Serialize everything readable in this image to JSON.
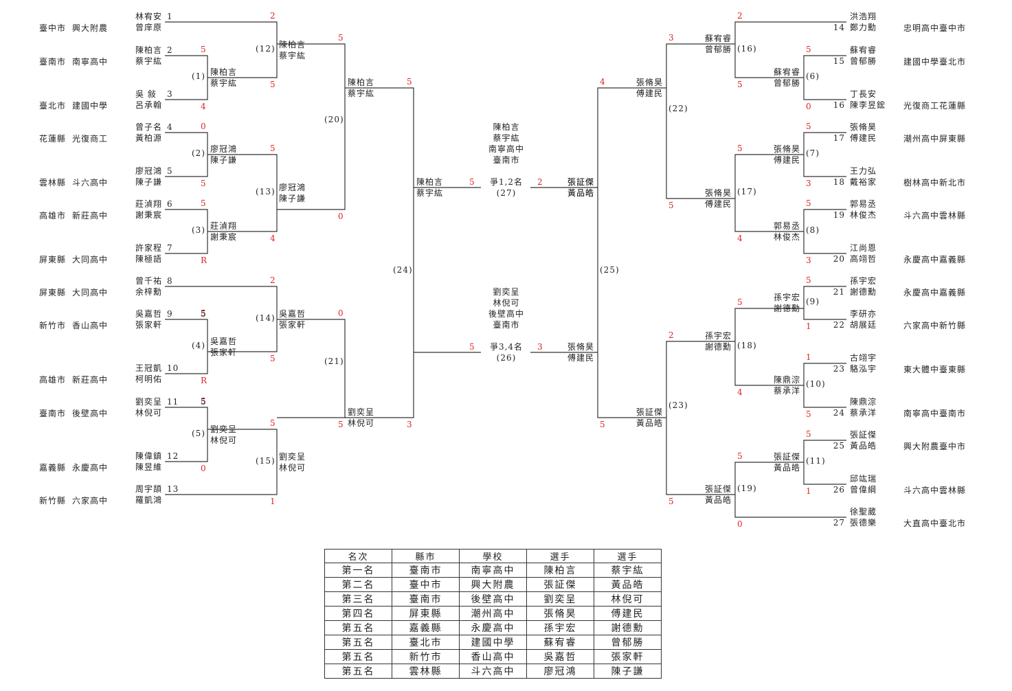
{
  "players": [
    {
      "seed": "1",
      "names": [
        "林宥安",
        "曾庠原"
      ],
      "region": "臺中市",
      "school": "興大附農"
    },
    {
      "seed": "2",
      "names": [
        "陳柏言",
        "蔡宇紘"
      ],
      "region": "臺南市",
      "school": "南寧高中"
    },
    {
      "seed": "3",
      "names": [
        "吳  敍",
        "呂承翰"
      ],
      "region": "臺北市",
      "school": "建國中學"
    },
    {
      "seed": "4",
      "names": [
        "曾子名",
        "黃柏源"
      ],
      "region": "花蓮縣",
      "school": "光復商工"
    },
    {
      "seed": "5",
      "names": [
        "廖冠鴻",
        "陳子謙"
      ],
      "region": "雲林縣",
      "school": "斗六高中"
    },
    {
      "seed": "6",
      "names": [
        "莊湞翔",
        "謝秉宸"
      ],
      "region": "高雄市",
      "school": "新莊高中"
    },
    {
      "seed": "7",
      "names": [
        "許家程",
        "陳極語"
      ],
      "region": "屏東縣",
      "school": "大同高中"
    },
    {
      "seed": "8",
      "names": [
        "曾千祐",
        "余梓勳"
      ],
      "region": "屏東縣",
      "school": "大同高中"
    },
    {
      "seed": "9",
      "names": [
        "吳嘉哲",
        "張家軒"
      ],
      "region": "新竹市",
      "school": "香山高中"
    },
    {
      "seed": "10",
      "names": [
        "王冠凱",
        "柯明佑"
      ],
      "region": "高雄市",
      "school": "新莊高中"
    },
    {
      "seed": "11",
      "names": [
        "劉奕呈",
        "林倪可"
      ],
      "region": "臺南市",
      "school": "後壁高中"
    },
    {
      "seed": "12",
      "names": [
        "陳偉鎮",
        "陳昱維"
      ],
      "region": "嘉義縣",
      "school": "永慶高中"
    },
    {
      "seed": "13",
      "names": [
        "周宇頡",
        "羅凱鴻"
      ],
      "region": "新竹縣",
      "school": "六家高中"
    },
    {
      "seed": "14",
      "names": [
        "洪浩翔",
        "鄭力勳"
      ],
      "region": "臺中市",
      "school": "忠明高中"
    },
    {
      "seed": "15",
      "names": [
        "蘇宥睿",
        "曾郁勝"
      ],
      "region": "臺北市",
      "school": "建國中學"
    },
    {
      "seed": "16",
      "names": [
        "丁長安",
        "陳李昱鋐"
      ],
      "region": "花蓮縣",
      "school": "光復商工"
    },
    {
      "seed": "17",
      "names": [
        "張脩昊",
        "傅建民"
      ],
      "region": "屏東縣",
      "school": "潮州高中"
    },
    {
      "seed": "18",
      "names": [
        "王力弘",
        "戴裕家"
      ],
      "region": "新北市",
      "school": "樹林高中"
    },
    {
      "seed": "19",
      "names": [
        "郭易丞",
        "林俊杰"
      ],
      "region": "雲林縣",
      "school": "斗六高中"
    },
    {
      "seed": "20",
      "names": [
        "江尚恩",
        "高翊哲"
      ],
      "region": "嘉義縣",
      "school": "永慶高中"
    },
    {
      "seed": "21",
      "names": [
        "孫宇宏",
        "謝德勳"
      ],
      "region": "嘉義縣",
      "school": "永慶高中"
    },
    {
      "seed": "22",
      "names": [
        "李研亦",
        "胡展廷"
      ],
      "region": "新竹縣",
      "school": "六家高中"
    },
    {
      "seed": "23",
      "names": [
        "古翊宇",
        "駱泓宇"
      ],
      "region": "臺東縣",
      "school": "東大體中"
    },
    {
      "seed": "24",
      "names": [
        "陳鼎淙",
        "蔡承洋"
      ],
      "region": "臺南市",
      "school": "南寧高中"
    },
    {
      "seed": "25",
      "names": [
        "張証傑",
        "黃品皓"
      ],
      "region": "臺中市",
      "school": "興大附農"
    },
    {
      "seed": "26",
      "names": [
        "邱竑瑞",
        "曾偉綱"
      ],
      "region": "雲林縣",
      "school": "斗六高中"
    },
    {
      "seed": "27",
      "names": [
        "徐聖葳",
        "張德樂"
      ],
      "region": "臺北市",
      "school": "大直高中"
    }
  ],
  "matches": [
    {
      "no": "(1)",
      "winner": [
        "陳柏言",
        "蔡宇紘"
      ],
      "score_top": "5",
      "score_bottom": "4"
    },
    {
      "no": "(2)",
      "winner": [
        "廖冠鴻",
        "陳子謙"
      ],
      "score_top": "0",
      "score_bottom": "5"
    },
    {
      "no": "(3)",
      "winner": [
        "莊湞翔",
        "謝秉宸"
      ],
      "score_top": "5",
      "score_bottom": "R"
    },
    {
      "no": "(4)",
      "winner": [
        "吳嘉哲",
        "張家軒"
      ],
      "score_top": "5",
      "score_bottom": "R"
    },
    {
      "no": "(5)",
      "winner": [
        "劉奕呈",
        "林倪可"
      ],
      "score_top": "5",
      "score_bottom": "0"
    },
    {
      "no": "(6)",
      "winner": [
        "蘇宥睿",
        "曾郁勝"
      ],
      "score_top": "5",
      "score_bottom": "0"
    },
    {
      "no": "(7)",
      "winner": [
        "張脩昊",
        "傅建民"
      ],
      "score_top": "5",
      "score_bottom": "3"
    },
    {
      "no": "(8)",
      "winner": [
        "郭易丞",
        "林俊杰"
      ],
      "score_top": "5",
      "score_bottom": "3"
    },
    {
      "no": "(9)",
      "winner": [
        "孫宇宏",
        "謝德勳"
      ],
      "score_top": "5",
      "score_bottom": "1"
    },
    {
      "no": "(10)",
      "winner": [
        "陳鼎淙",
        "蔡承洋"
      ],
      "score_top": "1",
      "score_bottom": "5"
    },
    {
      "no": "(11)",
      "winner": [
        "張証傑",
        "黃品皓"
      ],
      "score_top": "5",
      "score_bottom": "1"
    },
    {
      "no": "(12)",
      "winner": [
        "陳柏言",
        "蔡宇紘"
      ],
      "score_top": "2",
      "score_bottom": "5"
    },
    {
      "no": "(13)",
      "winner": [
        "廖冠鴻",
        "陳子謙"
      ],
      "score_top": "5",
      "score_bottom": "4"
    },
    {
      "no": "(14)",
      "winner": [
        "吳嘉哲",
        "張家軒"
      ],
      "score_top": "2",
      "score_bottom": "5"
    },
    {
      "no": "(15)",
      "winner": [
        "劉奕呈",
        "林倪可"
      ],
      "score_top": "5",
      "score_bottom": "1"
    },
    {
      "no": "(16)",
      "winner": [
        "蘇宥睿",
        "曾郁勝"
      ],
      "score_top": "2",
      "score_bottom": "5"
    },
    {
      "no": "(17)",
      "winner": [
        "張脩昊",
        "傅建民"
      ],
      "score_top": "5",
      "score_bottom": "4"
    },
    {
      "no": "(18)",
      "winner": [
        "孫宇宏",
        "謝德勳"
      ],
      "score_top": "5",
      "score_bottom": "4"
    },
    {
      "no": "(19)",
      "winner": [
        "張証傑",
        "黃品皓"
      ],
      "score_top": "5",
      "score_bottom": "0"
    },
    {
      "no": "(20)",
      "winner": [
        "陳柏言",
        "蔡宇紘"
      ],
      "score_top": "5",
      "score_bottom": "0"
    },
    {
      "no": "(21)",
      "winner": [
        "劉奕呈",
        "林倪可"
      ],
      "score_top": "0",
      "score_bottom": "5"
    },
    {
      "no": "(22)",
      "winner": [
        "張脩昊",
        "傅建民"
      ],
      "score_top": "3",
      "score_bottom": "5"
    },
    {
      "no": "(23)",
      "winner": [
        "張証傑",
        "黃品皓"
      ],
      "score_top": "2",
      "score_bottom": "5"
    },
    {
      "no": "(24)",
      "winner": [
        "陳柏言",
        "蔡宇紘"
      ],
      "score_top": "5",
      "score_bottom": "3"
    },
    {
      "no": "(25)",
      "winner": [
        "張証傑",
        "黃品皓"
      ],
      "score_top": "4",
      "score_bottom": "5"
    },
    {
      "no": "(26)",
      "label": "爭3,4名",
      "winner": [
        "劉奕呈",
        "林倪可"
      ],
      "score_left": "5",
      "score_right": "3",
      "loser": [
        "張脩昊",
        "傅建民"
      ]
    },
    {
      "no": "(27)",
      "label": "爭1,2名",
      "winner": [
        "陳柏言",
        "蔡宇紘"
      ],
      "score_left": "5",
      "score_right": "2",
      "loser": [
        "張証傑",
        "黃品皓"
      ]
    }
  ],
  "champion": {
    "names": [
      "陳柏言",
      "蔡宇紘"
    ],
    "school": "南寧高中",
    "region": "臺南市"
  },
  "third": {
    "names": [
      "劉奕呈",
      "林倪可"
    ],
    "school": "後壁高中",
    "region": "臺南市"
  },
  "extra_scores": {
    "m4_top_seed9": "5",
    "m5_top_seed11": "5"
  },
  "ranking": {
    "headers": [
      "名次",
      "縣市",
      "學校",
      "選手",
      "選手"
    ],
    "rows": [
      [
        "第一名",
        "臺南市",
        "南寧高中",
        "陳柏言",
        "蔡宇紘"
      ],
      [
        "第二名",
        "臺中市",
        "興大附農",
        "張証傑",
        "黃品皓"
      ],
      [
        "第三名",
        "臺南市",
        "後壁高中",
        "劉奕呈",
        "林倪可"
      ],
      [
        "第四名",
        "屏東縣",
        "潮州高中",
        "張脩昊",
        "傅建民"
      ],
      [
        "第五名",
        "嘉義縣",
        "永慶高中",
        "孫宇宏",
        "謝德勳"
      ],
      [
        "第五名",
        "臺北市",
        "建國中學",
        "蘇宥睿",
        "曾郁勝"
      ],
      [
        "第五名",
        "新竹市",
        "香山高中",
        "吳嘉哲",
        "張家軒"
      ],
      [
        "第五名",
        "雲林縣",
        "斗六高中",
        "廖冠鴻",
        "陳子謙"
      ]
    ]
  },
  "colors": {
    "line": "#333333",
    "score": "#dd2222"
  }
}
